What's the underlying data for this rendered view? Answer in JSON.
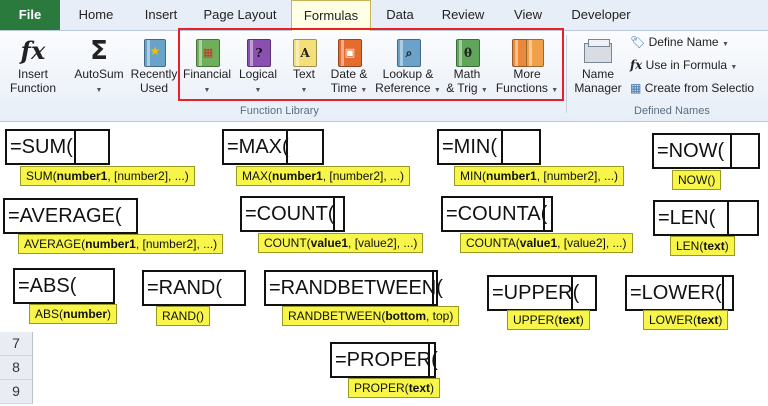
{
  "tabs": [
    "File",
    "Home",
    "Insert",
    "Page Layout",
    "Formulas",
    "Data",
    "Review",
    "View",
    "Developer"
  ],
  "ribbon": {
    "insert_function": [
      "Insert",
      "Function"
    ],
    "autosum": "AutoSum",
    "recently_used": [
      "Recently",
      "Used"
    ],
    "financial": "Financial",
    "logical": "Logical",
    "text": "Text",
    "date_time": [
      "Date &",
      "Time"
    ],
    "lookup": [
      "Lookup &",
      "Reference"
    ],
    "math": [
      "Math",
      "& Trig"
    ],
    "more": [
      "More",
      "Functions"
    ],
    "name_manager": [
      "Name",
      "Manager"
    ],
    "define_name": "Define Name",
    "use_in_formula": "Use in Formula",
    "create_from_selection": "Create from Selectio",
    "group_function_library": "Function Library",
    "group_defined_names": "Defined Names"
  },
  "formulas": [
    {
      "text": "=SUM(",
      "tip_name": "SUM(",
      "tip_bold": "number1",
      "tip_rest": ", [number2], ...)"
    },
    {
      "text": "=MAX(",
      "tip_name": "MAX(",
      "tip_bold": "number1",
      "tip_rest": ", [number2], ...)"
    },
    {
      "text": "=MIN(",
      "tip_name": "MIN(",
      "tip_bold": "number1",
      "tip_rest": ", [number2], ...)"
    },
    {
      "text": "=NOW(",
      "tip_name": "NOW()",
      "tip_bold": "",
      "tip_rest": ""
    },
    {
      "text": "=AVERAGE(",
      "tip_name": "AVERAGE(",
      "tip_bold": "number1",
      "tip_rest": ", [number2], ...)"
    },
    {
      "text": "=COUNT(",
      "tip_name": "COUNT(",
      "tip_bold": "value1",
      "tip_rest": ", [value2], ...)"
    },
    {
      "text": "=COUNTA(",
      "tip_name": "COUNTA(",
      "tip_bold": "value1",
      "tip_rest": ", [value2], ...)"
    },
    {
      "text": "=LEN(",
      "tip_name": "LEN(",
      "tip_bold": "text",
      "tip_rest": ")"
    },
    {
      "text": "=ABS(",
      "tip_name": "ABS(",
      "tip_bold": "number",
      "tip_rest": ")"
    },
    {
      "text": "=RAND(",
      "tip_name": "RAND()",
      "tip_bold": "",
      "tip_rest": ""
    },
    {
      "text": "=RANDBETWEEN(",
      "tip_name": "RANDBETWEEN(",
      "tip_bold": "bottom",
      "tip_rest": ", top)"
    },
    {
      "text": "=UPPER(",
      "tip_name": "UPPER(",
      "tip_bold": "text",
      "tip_rest": ")"
    },
    {
      "text": "=LOWER(",
      "tip_name": "LOWER(",
      "tip_bold": "text",
      "tip_rest": ")"
    },
    {
      "text": "=PROPER(",
      "tip_name": "PROPER(",
      "tip_bold": "text",
      "tip_rest": ")"
    }
  ],
  "row_numbers": [
    "7",
    "8",
    "9"
  ],
  "colors": {
    "file_tab": "#2a7a3e",
    "highlight": "#e8202a",
    "tooltip": "#f7f54a"
  }
}
